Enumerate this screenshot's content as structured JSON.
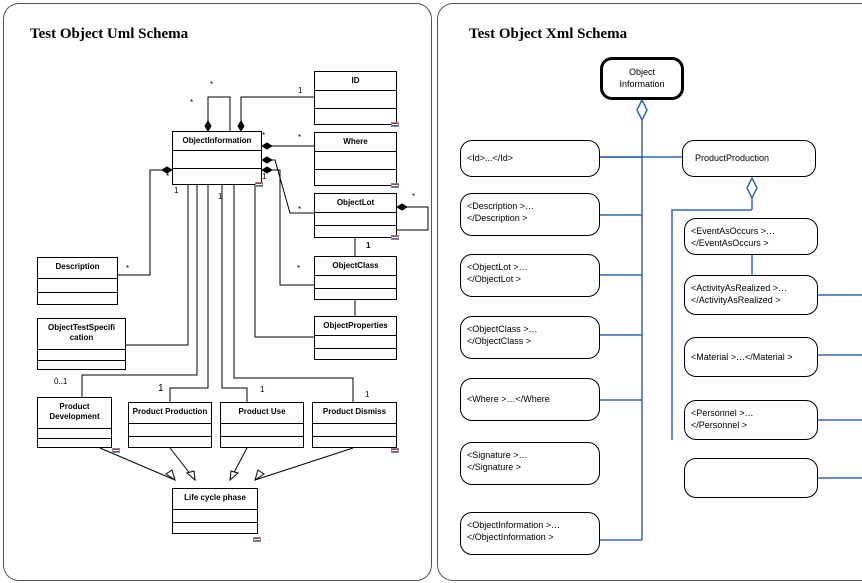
{
  "uml": {
    "title": "Test Object Uml Schema",
    "classes": {
      "id": "ID",
      "object_information": "ObjectInformation",
      "where": "Where",
      "object_lot": "ObjectLot",
      "object_class": "ObjectClass",
      "object_properties": "ObjectProperties",
      "description": "Description",
      "object_test_specification": "ObjectTestSpecifi\ncation",
      "product_development": "Product\nDevelopment",
      "product_production": "Product Production",
      "product_use": "Product Use",
      "product_dismiss": "Product Dismiss",
      "life_cycle_phase": "Life cycle phase"
    },
    "multiplicities": {
      "top_star_left": "*",
      "top_star_mid": "*",
      "id_one": "1",
      "where_star": "*",
      "right_star": "*",
      "right_one": "1",
      "lot_star": "*",
      "lot_self_star": "*",
      "lot_one": "1",
      "class_star": "*",
      "left_star": "*",
      "left_one": "1",
      "desc_star": "*",
      "mid_one": "1",
      "dev_mult": "0..1",
      "prod_one": "1",
      "use_one": "1",
      "dismiss_one": "1"
    }
  },
  "xml": {
    "title": "Test Object Xml Schema",
    "root": "Object\nInformation",
    "left_nodes": [
      "<Id>...</Id>",
      "<Description >…\n</Description >",
      "<ObjectLot >…\n</ObjectLot >",
      "<ObjectClass >…\n</ObjectClass >",
      "<Where >…</Where",
      "<Signature >…\n</Signature >",
      "<ObjectInformation  >…\n</ObjectInformation  >"
    ],
    "product_production": "ProductProduction",
    "right_nodes": [
      "<EventAsOccurs  >…\n</EventAsOccurs  >",
      "<ActivityAsRealized  >…\n</ActivityAsRealized  >",
      "<Material >…</Material >",
      "<Personnel >…\n</Personnel >",
      ""
    ]
  }
}
